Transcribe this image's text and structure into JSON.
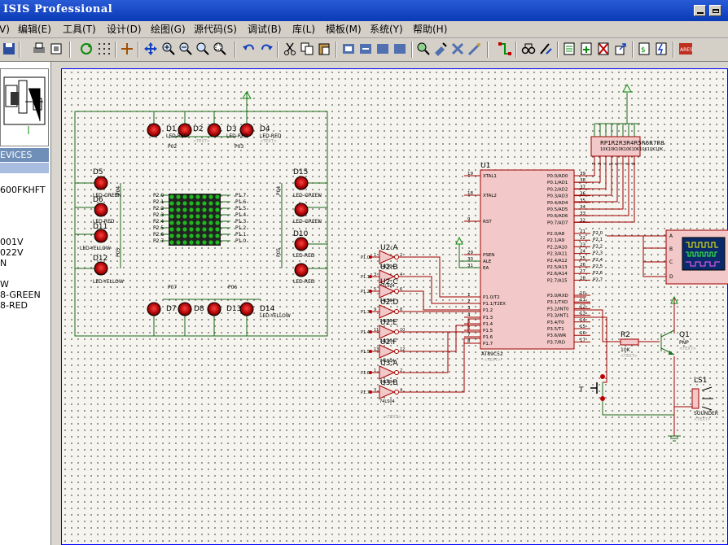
{
  "window": {
    "title": "ISIS Professional"
  },
  "menu": [
    {
      "label": "V)"
    },
    {
      "label": "编辑(E)"
    },
    {
      "label": "工具(T)"
    },
    {
      "label": "设计(D)"
    },
    {
      "label": "绘图(G)"
    },
    {
      "label": "源代码(S)"
    },
    {
      "label": "调试(B)"
    },
    {
      "label": "库(L)"
    },
    {
      "label": "模板(M)"
    },
    {
      "label": "系统(Y)"
    },
    {
      "label": "帮助(H)"
    }
  ],
  "sidebar": {
    "devices_header": "EVICES",
    "devices": [
      {
        "label": "600FKHFT"
      },
      {
        "label": "001V"
      },
      {
        "label": "022V"
      },
      {
        "label": "N"
      },
      {
        "label": "W"
      },
      {
        "label": "8-GREEN"
      },
      {
        "label": "8-RED"
      }
    ]
  },
  "schematic": {
    "leds": {
      "d1": "D1",
      "d2": "D2",
      "d3": "D3",
      "d4": "D4",
      "d5": "D5",
      "d6": "D6",
      "d7": "D7",
      "d8": "D8",
      "d10": "D10",
      "d11": "D11",
      "d12": "D12",
      "d13": "D13",
      "d14": "D14",
      "d15": "D15",
      "led_red": "LED-RED",
      "led_green": "LED-GREEN",
      "led_yellow": "LED-YELLOW",
      "text_tag": "<TEXT>"
    },
    "ports": {
      "p02": "P02",
      "p03": "P03",
      "p04": "P04",
      "p05": "P05",
      "p06": "P06",
      "p07": "P07"
    },
    "matrix_left_pins": [
      "P2.0",
      "P2.1",
      "P2.2",
      "P2.3",
      "P2.4",
      "P2.5",
      "P2.6",
      "P2.7"
    ],
    "matrix_right_pins": [
      "P1.7",
      "P1.6",
      "P1.5",
      "P1.4",
      "P1.3",
      "P1.2",
      "P1.1",
      "P1.0"
    ],
    "mcu": {
      "ref": "U1",
      "part": "AT89C52",
      "text": "<TEXT>",
      "left_pins": [
        {
          "num": "19",
          "name": "XTAL1"
        },
        {
          "num": "18",
          "name": "XTAL2"
        },
        {
          "num": "9",
          "name": "RST"
        },
        {
          "num": "29",
          "name": "PSEN"
        },
        {
          "num": "30",
          "name": "ALE"
        },
        {
          "num": "31",
          "name": "EA"
        },
        {
          "num": "1",
          "name": "P1.0/T2"
        },
        {
          "num": "2",
          "name": "P1.1/T2EX"
        },
        {
          "num": "3",
          "name": "P1.2"
        },
        {
          "num": "4",
          "name": "P1.3"
        },
        {
          "num": "5",
          "name": "P1.4"
        },
        {
          "num": "6",
          "name": "P1.5"
        },
        {
          "num": "7",
          "name": "P1.6"
        },
        {
          "num": "8",
          "name": "P1.7"
        }
      ],
      "p0_pins": [
        {
          "num": "39",
          "name": "P0.0/AD0"
        },
        {
          "num": "38",
          "name": "P0.1/AD1"
        },
        {
          "num": "37",
          "name": "P0.2/AD2"
        },
        {
          "num": "36",
          "name": "P0.3/AD3"
        },
        {
          "num": "35",
          "name": "P0.4/AD4"
        },
        {
          "num": "34",
          "name": "P0.5/AD5"
        },
        {
          "num": "33",
          "name": "P0.6/AD6"
        },
        {
          "num": "32",
          "name": "P0.7/AD7"
        }
      ],
      "p2_pins": [
        {
          "num": "21",
          "name": "P2.0/A8",
          "net": "P2.0"
        },
        {
          "num": "22",
          "name": "P2.1/A9",
          "net": "P2.1"
        },
        {
          "num": "23",
          "name": "P2.2/A10",
          "net": "P2.2"
        },
        {
          "num": "24",
          "name": "P2.3/A11",
          "net": "P2.3"
        },
        {
          "num": "25",
          "name": "P2.4/A12",
          "net": "P2.4"
        },
        {
          "num": "26",
          "name": "P2.5/A13",
          "net": "P2.5"
        },
        {
          "num": "27",
          "name": "P2.6/A14",
          "net": "P2.6"
        },
        {
          "num": "28",
          "name": "P2.7/A15",
          "net": "P2.7"
        }
      ],
      "p3_pins": [
        {
          "num": "10",
          "name": "P3.0/RXD"
        },
        {
          "num": "11",
          "name": "P3.1/TXD"
        },
        {
          "num": "12",
          "name": "P3.2/INT0"
        },
        {
          "num": "13",
          "name": "P3.3/INT1"
        },
        {
          "num": "14",
          "name": "P3.4/T0"
        },
        {
          "num": "15",
          "name": "P3.5/T1"
        },
        {
          "num": "16",
          "name": "P3.6/WR"
        },
        {
          "num": "17",
          "name": "P3.7/RD"
        }
      ]
    },
    "resistor_pack": {
      "label": "RP1R2R3R4R5R6R7R8",
      "value": "10K10K10K10K10K10K10K10K",
      "pins": [
        "2",
        "3",
        "4",
        "5",
        "6",
        "7",
        "8",
        "9"
      ]
    },
    "inverters": [
      {
        "ref": "U2:A",
        "in_net": "P1.0",
        "in_pin": "1",
        "out_pin": "2",
        "part": "74LS04"
      },
      {
        "ref": "U2:B",
        "in_net": "P1.1",
        "in_pin": "3",
        "out_pin": "4",
        "part": "74LS04"
      },
      {
        "ref": "U2:C",
        "in_net": "P1.2",
        "in_pin": "5",
        "out_pin": "6",
        "part": "74LS04"
      },
      {
        "ref": "U2:D",
        "in_net": "P1.3",
        "in_pin": "9",
        "out_pin": "8",
        "part": "74LS04"
      },
      {
        "ref": "U2:E",
        "in_net": "P1.4",
        "in_pin": "11",
        "out_pin": "10",
        "part": "74LS04"
      },
      {
        "ref": "U2:F",
        "in_net": "P1.5",
        "in_pin": "13",
        "out_pin": "12",
        "part": "74LS04"
      },
      {
        "ref": "U3:A",
        "in_net": "P1.6",
        "in_pin": "1",
        "out_pin": "2",
        "part": "74LS04"
      },
      {
        "ref": "U3:B",
        "in_net": "P1.7",
        "in_pin": "3",
        "out_pin": "4",
        "part": "74LS04"
      }
    ],
    "inverter_text": "<TEXT>",
    "scope": {
      "channels": [
        "A",
        "B",
        "C",
        "D"
      ]
    },
    "r2": {
      "ref": "R2",
      "value": "10K",
      "text": "<TEXT>"
    },
    "q1": {
      "ref": "Q1",
      "part": "PNP",
      "text": "<TEXT>"
    },
    "ls1": {
      "ref": "LS1",
      "part": "SOUNDER",
      "text": "<TEXT>"
    },
    "switch": {
      "label": "T"
    }
  }
}
